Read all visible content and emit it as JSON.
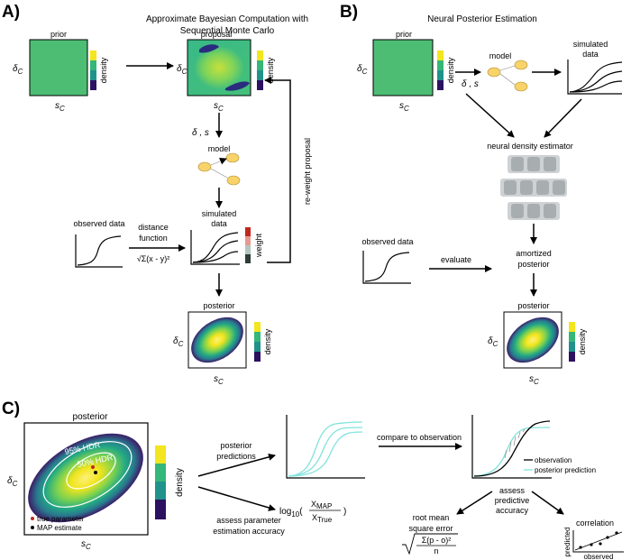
{
  "panels": {
    "a": {
      "letter": "A)",
      "title_line1": "Approximate Bayesian Computation with",
      "title_line2": "Sequential Monte Carlo",
      "prior_label": "prior",
      "proposal_label": "proposal",
      "density_label": "density",
      "y_axis": "δ",
      "y_sub": "C",
      "x_axis": "s",
      "x_sub": "C",
      "params_label": "δ , s",
      "model_label": "model",
      "observed_label": "observed data",
      "distance_line1": "distance",
      "distance_line2": "function",
      "distance_formula": "√Σ(x - y)²",
      "simulated_line1": "simulated",
      "simulated_line2": "data",
      "weight_label": "weight",
      "reweight_label": "re-weight proposal",
      "posterior_label": "posterior"
    },
    "b": {
      "letter": "B)",
      "title": "Neural Posterior Estimation",
      "prior_label": "prior",
      "density_label": "density",
      "model_label": "model",
      "simulated_line1": "simulated",
      "simulated_line2": "data",
      "params_label": "δ , s",
      "nde_label": "neural density estimator",
      "observed_label": "observed data",
      "evaluate_label": "evaluate",
      "amortized_line1": "amortized",
      "amortized_line2": "posterior",
      "posterior_label": "posterior"
    },
    "c": {
      "letter": "C)",
      "posterior_label": "posterior",
      "hdr95_label": "95% HDR",
      "hdr50_label": "50% HDR",
      "legend_true": "true parameter",
      "legend_map": "MAP estimate",
      "density_label": "density",
      "predictions_line1": "posterior",
      "predictions_line2": "predictions",
      "assess_param_line1": "assess parameter",
      "assess_param_line2": "estimation accuracy",
      "log_label": "log",
      "log_sub": "10",
      "x_map": "X",
      "x_map_sub": "MAP",
      "x_true": "X",
      "x_true_sub": "True",
      "compare_label": "compare to observation",
      "legend_observation": "observation",
      "legend_posterior_prediction": "posterior prediction",
      "assess_pred_line1": "assess",
      "assess_pred_line2": "predictive",
      "assess_pred_line3": "accuracy",
      "rmse_line1": "root mean",
      "rmse_line2": "square error",
      "rmse_numer": "Σ(p - o)²",
      "rmse_denom": "n",
      "correlation_label": "correlation",
      "predicted_label": "predicted",
      "observed_label": "observed"
    }
  },
  "colors": {
    "prior_green": "#4dbd74",
    "viridis_yellow": "#f3e51e",
    "viridis_green": "#35b779",
    "viridis_teal": "#21918c",
    "viridis_purple": "#2c1160",
    "cyan": "#7fe3dc",
    "weight_red": "#c0281e"
  }
}
